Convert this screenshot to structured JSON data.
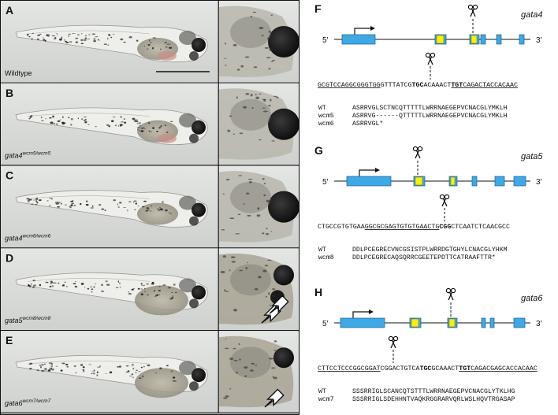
{
  "left_panels": [
    {
      "letter": "A",
      "label": "Wildtype",
      "sup": ""
    },
    {
      "letter": "B",
      "label": "gata4",
      "sup": "wcm5/wcm5"
    },
    {
      "letter": "C",
      "label": "gata4",
      "sup": "wcm6/wcm6"
    },
    {
      "letter": "D",
      "label": "gata5",
      "sup": "wcm8/wcm8"
    },
    {
      "letter": "E",
      "label": "gata6",
      "sup": "wcm7/wcm7"
    }
  ],
  "gene_panels": [
    {
      "letter": "F",
      "gene": "gata4",
      "five": "5′",
      "three": "3′",
      "seq_parts": [
        {
          "t": "GCGTCCAGGCGGGTGG",
          "u": true,
          "b": false
        },
        {
          "t": "GTTTATCG",
          "u": false,
          "b": false
        },
        {
          "t": "TGC",
          "u": false,
          "b": true
        },
        {
          "t": "ACAAACT",
          "u": false,
          "b": false
        },
        {
          "t": "TGT",
          "u": true,
          "b": true
        },
        {
          "t": "CAGACTACCACAAC",
          "u": true,
          "b": false
        }
      ],
      "alignment": [
        {
          "name": "WT",
          "seq": "ASRRVGLSCTNCQTTTTTLWRRNAEGEPVCNACGLYMKLH"
        },
        {
          "name": "wcm5",
          "seq": "ASRRVG------QTTTTTLWRRNAEGEPVCNACGLYMKLH"
        },
        {
          "name": "wcm6",
          "seq": "ASRRVGL*"
        }
      ]
    },
    {
      "letter": "G",
      "gene": "gata5",
      "five": "5′",
      "three": "3′",
      "seq_parts": [
        {
          "t": "CTGCCGTGTGAA",
          "u": false,
          "b": false
        },
        {
          "t": "GGCGCGAGTGTGTGAACTG",
          "u": true,
          "b": false
        },
        {
          "t": "CGG",
          "u": false,
          "b": true
        },
        {
          "t": "CTCAATCTCAACGCC",
          "u": false,
          "b": false
        }
      ],
      "alignment": [
        {
          "name": "WT",
          "seq": "DDLPCEGRECVNCGSISTPLWRRDGTGHYLCNACGLYHKM"
        },
        {
          "name": "wcm8",
          "seq": "DDLPCEGRECAQSQRRCGEETEPDTTCATRAAFTTR*"
        }
      ]
    },
    {
      "letter": "H",
      "gene": "gata6",
      "five": "5′",
      "three": "3′",
      "seq_parts": [
        {
          "t": "CTTCCTCCCGGCGGAT",
          "u": true,
          "b": false
        },
        {
          "t": "CGGACTGTCA",
          "u": false,
          "b": false
        },
        {
          "t": "TGC",
          "u": false,
          "b": true
        },
        {
          "t": "GCAAACT",
          "u": false,
          "b": false
        },
        {
          "t": "TGT",
          "u": true,
          "b": true
        },
        {
          "t": "CAGACGAGCACCACAAC",
          "u": true,
          "b": false
        }
      ],
      "alignment": [
        {
          "name": "WT",
          "seq": "SSSRRIGLSCANCQTSTTTLWRRNAEGEPVCNACGLYTKLHG"
        },
        {
          "name": "wcm7",
          "seq": "SSSRRIGLSDEHHNTVAQKRGGRARVQRLWSLHQVTRGASAP"
        }
      ]
    }
  ],
  "colors": {
    "exon": "#3fa9e6",
    "exon_stroke": "#1b5f8a",
    "target": "#ffee00",
    "panel_bg": "#d9dbd9",
    "border": "#111111"
  },
  "icons": [
    "scissors-icon",
    "arrow-icon",
    "transcription-start-arrow"
  ]
}
